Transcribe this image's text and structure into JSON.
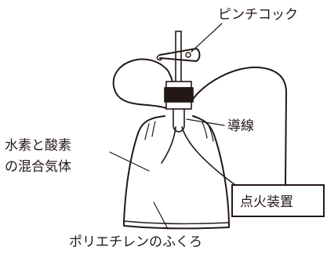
{
  "labels": {
    "pinch_cock": "ピンチコック",
    "gas_mixture_line1": "水素と酸素",
    "gas_mixture_line2": "の混合気体",
    "lead_wire": "導線",
    "igniter": "点火装置",
    "polyethylene_bag": "ポリエチレンのふくろ"
  }
}
